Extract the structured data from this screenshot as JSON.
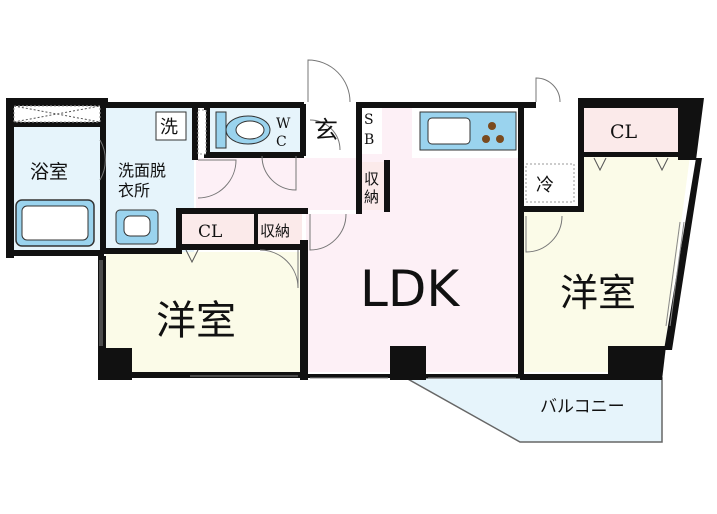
{
  "rooms": {
    "bath": "浴室",
    "washroom": "洗面脱\n衣所",
    "washer": "洗",
    "wc_w": "W",
    "wc_c": "C",
    "entrance": "玄",
    "sb_s": "S",
    "sb_b": "B",
    "storage_hall": "収\n納",
    "storage_small": "収納",
    "cl_left": "CL",
    "cl_right": "CL",
    "fridge": "冷",
    "western_left": "洋室",
    "western_right": "洋室",
    "ldk": "LDK",
    "balcony": "バルコニー"
  },
  "colors": {
    "ldk": "#fdf0f6",
    "western_left": "#fbfbe8",
    "western_right": "#fbfbe8",
    "bath_area": "#e6f4fb",
    "storage": "#fbeaea",
    "balcony": "#e6f4fb",
    "fixture": "#9ad3ee",
    "wall": "#111111"
  }
}
